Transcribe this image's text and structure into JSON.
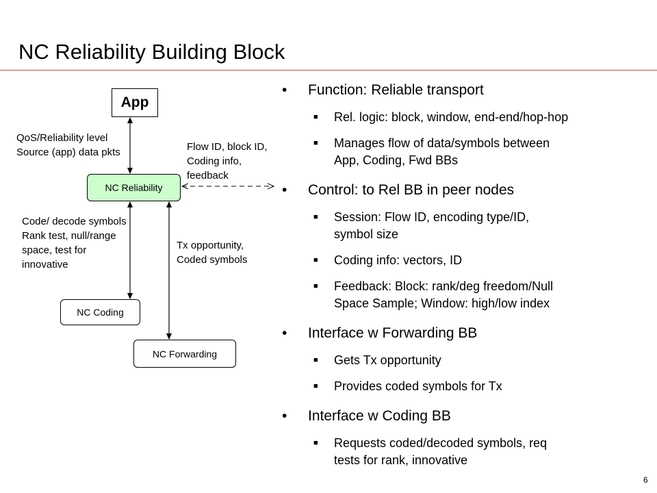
{
  "slide": {
    "title": "NC Reliability Building Block",
    "page_number": "6",
    "accent_color": "#c0504d"
  },
  "diagram": {
    "boxes": {
      "app": "App",
      "reliability": "NC Reliability",
      "coding": "NC Coding",
      "forwarding": "NC Forwarding"
    },
    "labels": {
      "app_rel": [
        "QoS/Reliability level",
        "Source (app) data pkts"
      ],
      "peer": [
        "Flow ID, block ID,",
        "Coding info,",
        "feedback"
      ],
      "coding": [
        "Code/ decode symbols",
        "Rank test, null/range",
        "space, test for",
        "innovative"
      ],
      "forwarding": [
        "Tx opportunity,",
        "Coded symbols"
      ]
    },
    "colors": {
      "reliability_fill": "#ccffcc"
    }
  },
  "bullets": [
    {
      "text": "Function: Reliable transport",
      "subs": [
        [
          "Rel. logic: block, window, end-end/hop-hop"
        ],
        [
          "Manages flow of data/symbols between",
          "App, Coding, Fwd BBs"
        ]
      ]
    },
    {
      "text": "Control: to Rel BB in peer nodes",
      "subs": [
        [
          "Session: Flow ID, encoding type/ID,",
          "symbol size"
        ],
        [
          "Coding info: vectors, ID"
        ],
        [
          "Feedback: Block: rank/deg freedom/Null",
          "Space Sample; Window: high/low index"
        ]
      ]
    },
    {
      "text": "Interface w Forwarding BB",
      "subs": [
        [
          "Gets Tx opportunity"
        ],
        [
          "Provides coded symbols for Tx"
        ]
      ]
    },
    {
      "text": "Interface w Coding BB",
      "subs": [
        [
          "Requests coded/decoded symbols, req",
          "tests for rank, innovative"
        ]
      ]
    }
  ],
  "markers": {
    "bullet": "•",
    "sub_bullet": "■"
  }
}
